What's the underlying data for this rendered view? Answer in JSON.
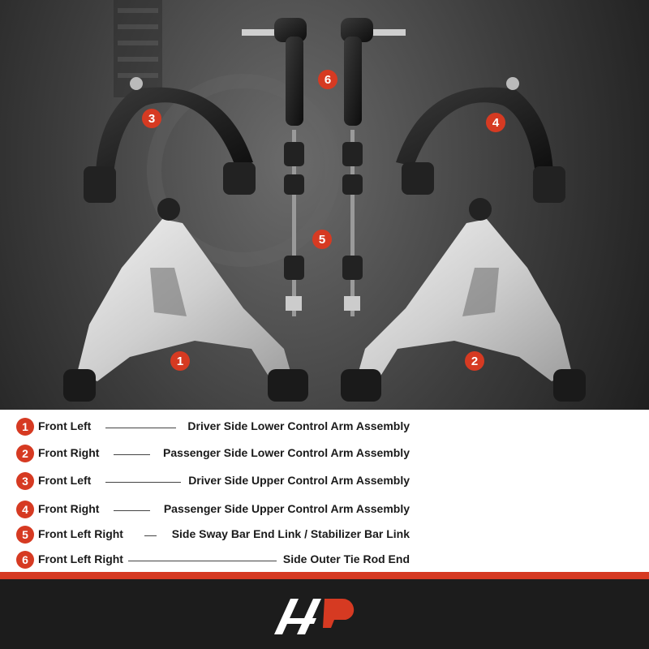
{
  "callouts": [
    "1",
    "2",
    "3",
    "4",
    "5",
    "6"
  ],
  "legend": [
    {
      "num": "1",
      "position": "Front Left",
      "description": "Driver Side Lower Control Arm Assembly"
    },
    {
      "num": "2",
      "position": "Front Right",
      "description": "Passenger Side Lower Control Arm Assembly"
    },
    {
      "num": "3",
      "position": "Front Left",
      "description": "Driver Side Upper Control Arm Assembly"
    },
    {
      "num": "4",
      "position": "Front Right",
      "description": "Passenger Side Upper Control Arm Assembly"
    },
    {
      "num": "5",
      "position": "Front Left Right",
      "description": "Side Sway Bar End Link / Stabilizer Bar Link"
    },
    {
      "num": "6",
      "position": "Front Left Right",
      "description": "Side Outer Tie Rod End"
    }
  ],
  "colors": {
    "accent": "#d63a22",
    "footer": "#1c1c1c",
    "legend_bg": "#ffffff"
  }
}
